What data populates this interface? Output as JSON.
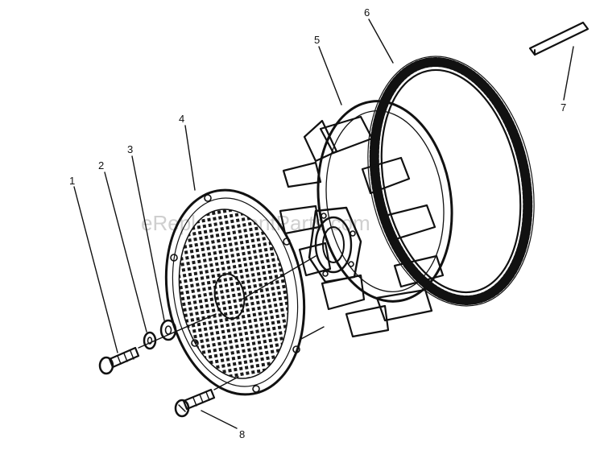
{
  "diagram": {
    "callouts": [
      {
        "id": "1",
        "label": "1"
      },
      {
        "id": "2",
        "label": "2"
      },
      {
        "id": "3",
        "label": "3"
      },
      {
        "id": "4",
        "label": "4"
      },
      {
        "id": "5",
        "label": "5"
      },
      {
        "id": "6",
        "label": "6"
      },
      {
        "id": "7",
        "label": "7"
      },
      {
        "id": "8",
        "label": "8"
      }
    ],
    "watermark": "eReplacementParts.com"
  }
}
